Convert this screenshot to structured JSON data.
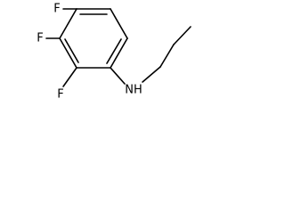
{
  "molecule": {
    "atoms": [
      {
        "id": "f4",
        "label": "F"
      },
      {
        "id": "f3",
        "label": "F"
      },
      {
        "id": "f2",
        "label": "F"
      },
      {
        "id": "n1",
        "label": "NH"
      }
    ]
  },
  "colors": {
    "bond": "#000000",
    "label": "#000000",
    "background": "#ffffff"
  }
}
